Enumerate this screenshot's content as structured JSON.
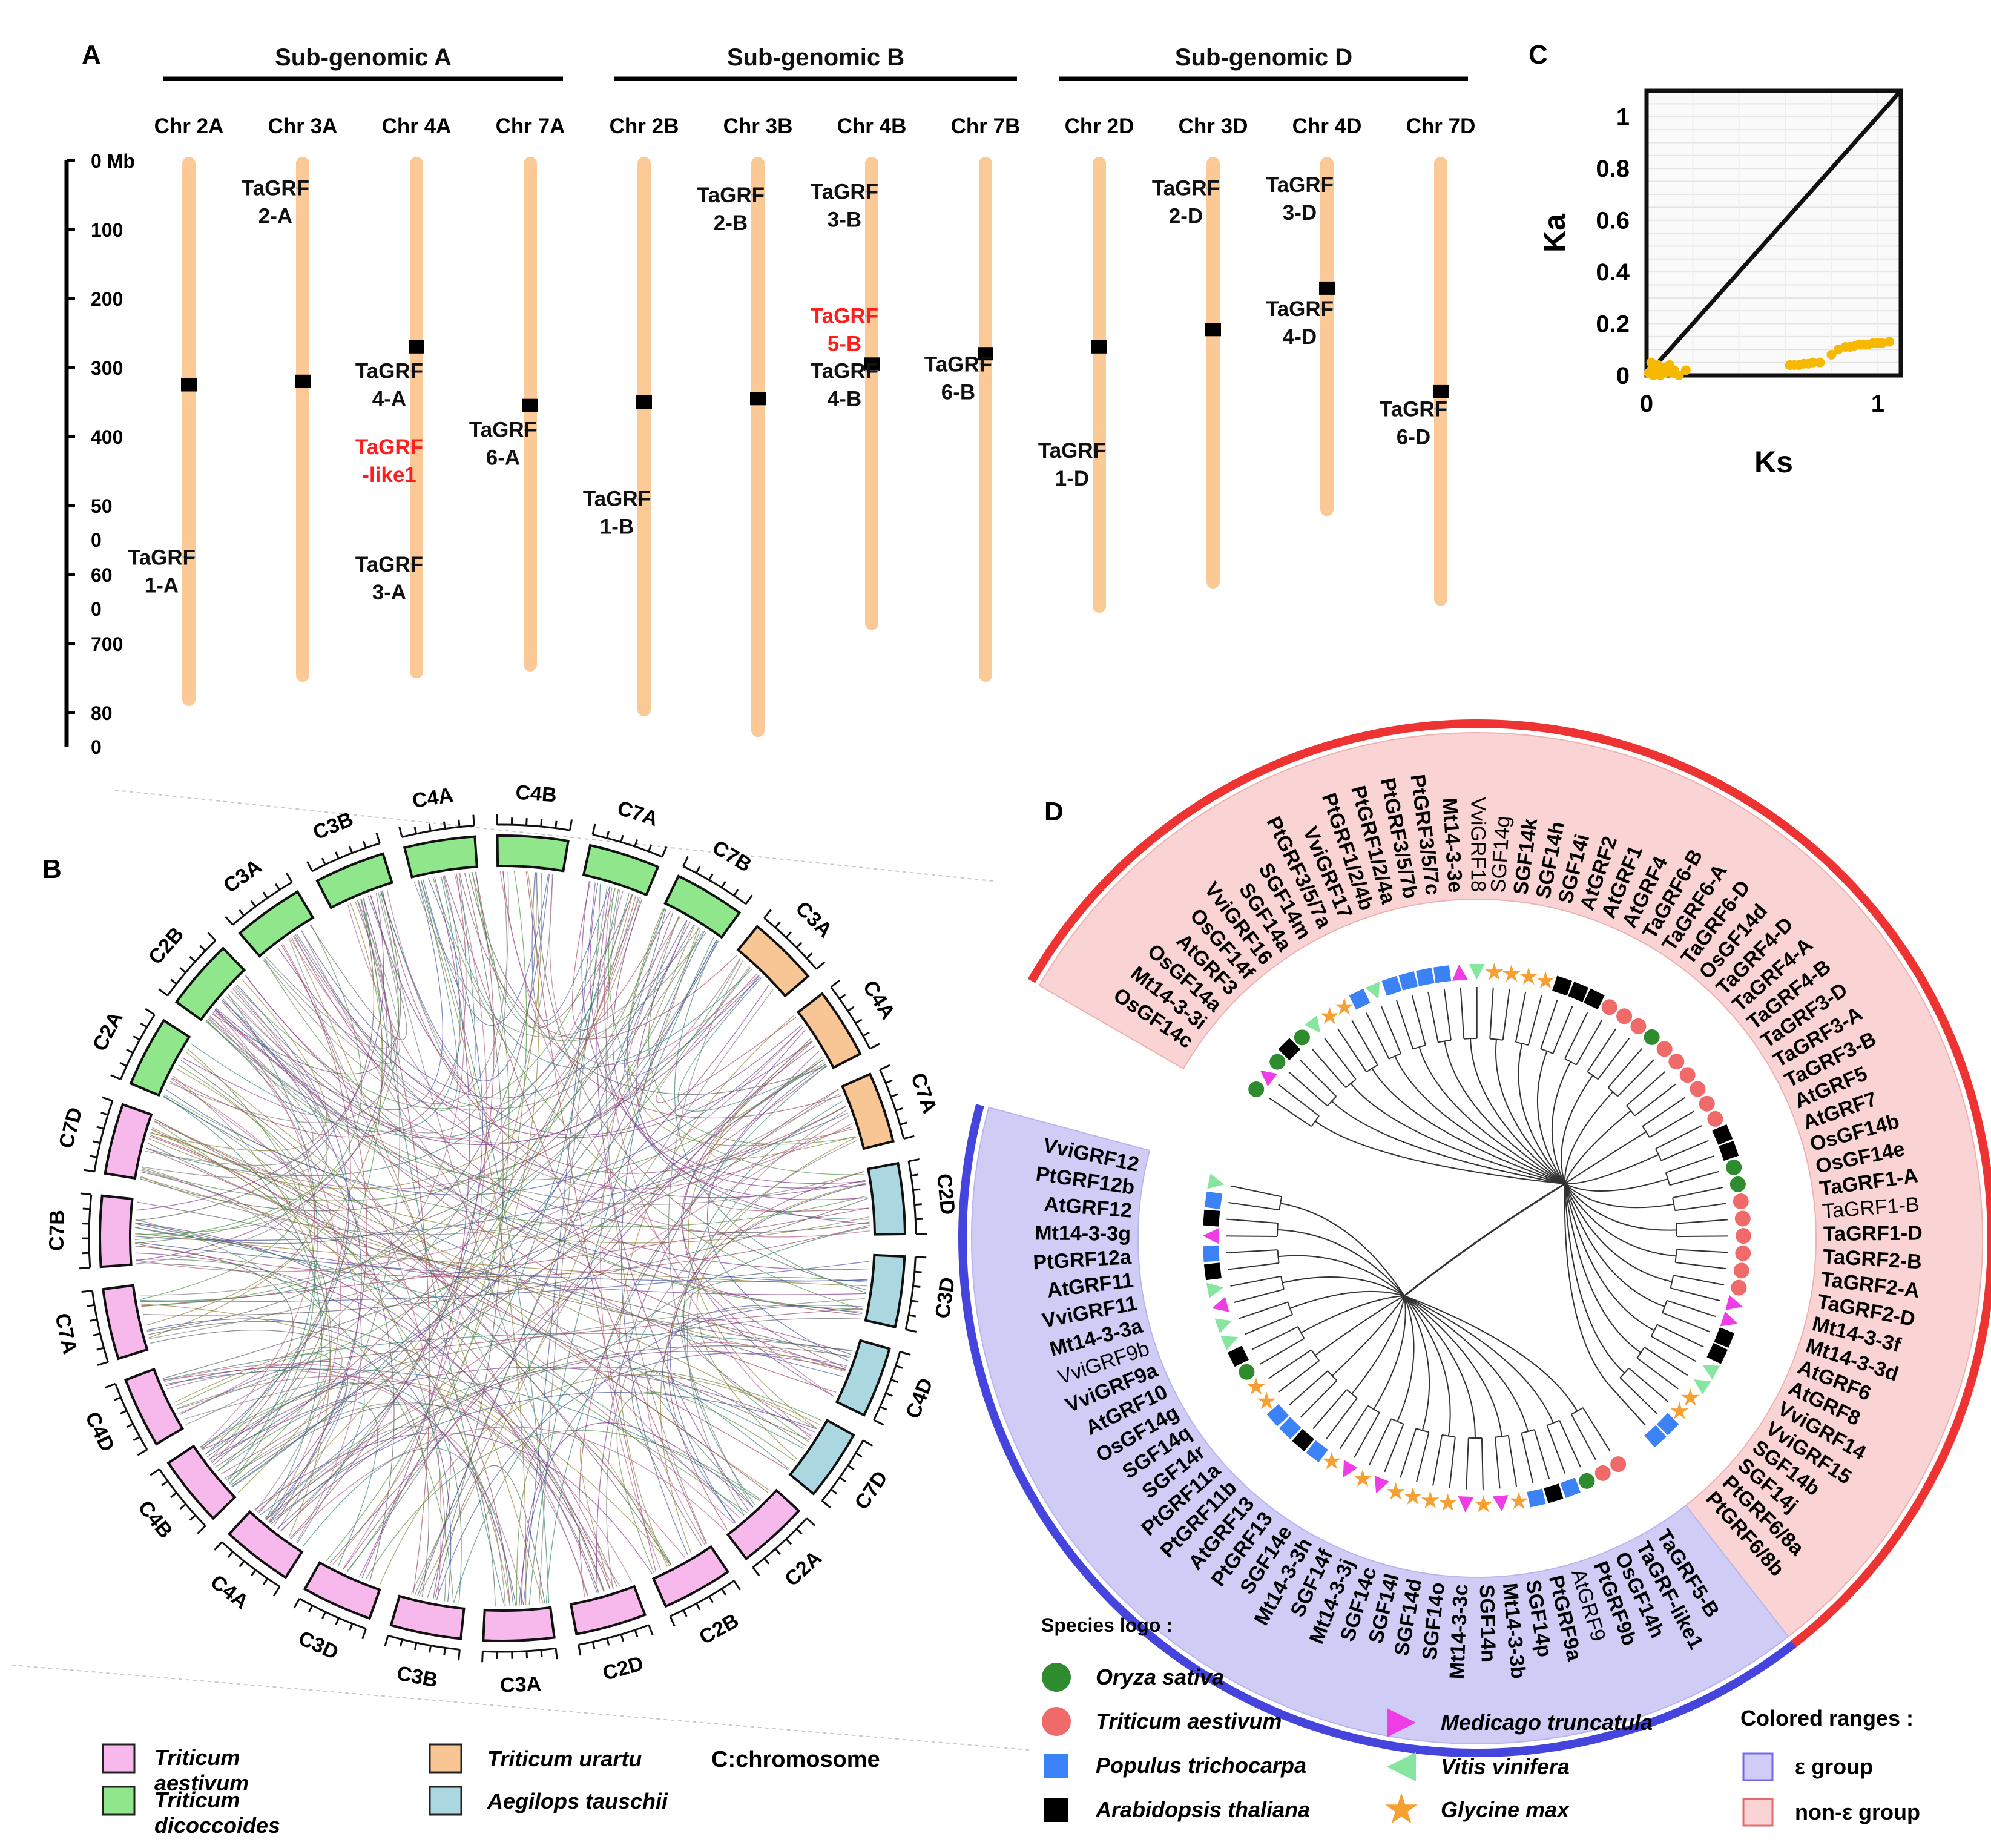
{
  "panel_letters": {
    "a": "A",
    "b": "B",
    "c": "C",
    "d": "D"
  },
  "panel_a": {
    "subgenomes": [
      "Sub-genomic A",
      "Sub-genomic B",
      "Sub-genomic D"
    ],
    "chromosomes": [
      {
        "label": "Chr 2A",
        "length_mb": 785,
        "centromere_mb": 325
      },
      {
        "label": "Chr 3A",
        "length_mb": 750,
        "centromere_mb": 320
      },
      {
        "label": "Chr 4A",
        "length_mb": 745,
        "centromere_mb": 270
      },
      {
        "label": "Chr 7A",
        "length_mb": 735,
        "centromere_mb": 355
      },
      {
        "label": "Chr 2B",
        "length_mb": 800,
        "centromere_mb": 350
      },
      {
        "label": "Chr 3B",
        "length_mb": 830,
        "centromere_mb": 345
      },
      {
        "label": "Chr 4B",
        "length_mb": 675,
        "centromere_mb": 295
      },
      {
        "label": "Chr 7B",
        "length_mb": 750,
        "centromere_mb": 280
      },
      {
        "label": "Chr 2D",
        "length_mb": 650,
        "centromere_mb": 270
      },
      {
        "label": "Chr 3D",
        "length_mb": 615,
        "centromere_mb": 245
      },
      {
        "label": "Chr 4D",
        "length_mb": 510,
        "centromere_mb": 185
      },
      {
        "label": "Chr 7D",
        "length_mb": 640,
        "centromere_mb": 335
      }
    ],
    "genes": [
      {
        "line1": "TaGRF",
        "line2": "2-A",
        "chrom": 1,
        "mb": 40,
        "highlight": false
      },
      {
        "line1": "TaGRF",
        "line2": "1-A",
        "chrom": 0,
        "mb": 575,
        "highlight": false
      },
      {
        "line1": "TaGRF",
        "line2": "4-A",
        "chrom": 2,
        "mb": 305,
        "highlight": false
      },
      {
        "line1": "TaGRF",
        "line2": "-like1",
        "chrom": 2,
        "mb": 415,
        "highlight": true
      },
      {
        "line1": "TaGRF",
        "line2": "3-A",
        "chrom": 2,
        "mb": 585,
        "highlight": false
      },
      {
        "line1": "TaGRF",
        "line2": "6-A",
        "chrom": 3,
        "mb": 390,
        "highlight": false
      },
      {
        "line1": "TaGRF",
        "line2": "2-B",
        "chrom": 5,
        "mb": 50,
        "highlight": false
      },
      {
        "line1": "TaGRF",
        "line2": "1-B",
        "chrom": 4,
        "mb": 490,
        "highlight": false
      },
      {
        "line1": "TaGRF",
        "line2": "3-B",
        "chrom": 6,
        "mb": 45,
        "highlight": false
      },
      {
        "line1": "TaGRF",
        "line2": "5-B",
        "chrom": 6,
        "mb": 225,
        "highlight": true
      },
      {
        "line1": "TaGRF",
        "line2": "4-B",
        "chrom": 6,
        "mb": 305,
        "highlight": false
      },
      {
        "line1": "TaGRF",
        "line2": "6-B",
        "chrom": 7,
        "mb": 295,
        "highlight": false
      },
      {
        "line1": "TaGRF",
        "line2": "2-D",
        "chrom": 9,
        "mb": 40,
        "highlight": false
      },
      {
        "line1": "TaGRF",
        "line2": "1-D",
        "chrom": 8,
        "mb": 420,
        "highlight": false
      },
      {
        "line1": "TaGRF",
        "line2": "3-D",
        "chrom": 10,
        "mb": 35,
        "highlight": false
      },
      {
        "line1": "TaGRF",
        "line2": "4-D",
        "chrom": 10,
        "mb": 215,
        "highlight": false
      },
      {
        "line1": "TaGRF",
        "line2": "6-D",
        "chrom": 11,
        "mb": 360,
        "highlight": false
      }
    ],
    "scale_labels": [
      {
        "mb": 0,
        "lines": [
          "0 Mb"
        ]
      },
      {
        "mb": 100,
        "lines": [
          "100"
        ]
      },
      {
        "mb": 200,
        "lines": [
          "200"
        ]
      },
      {
        "mb": 300,
        "lines": [
          "300"
        ]
      },
      {
        "mb": 400,
        "lines": [
          "400"
        ]
      },
      {
        "mb": 500,
        "lines": [
          "50",
          "0"
        ]
      },
      {
        "mb": 600,
        "lines": [
          "60",
          "0"
        ]
      },
      {
        "mb": 700,
        "lines": [
          "700"
        ]
      },
      {
        "mb": 800,
        "lines": [
          "80",
          "0"
        ]
      }
    ]
  },
  "panel_b": {
    "segments": [
      {
        "label": "C4A",
        "sp": "dic"
      },
      {
        "label": "C4B",
        "sp": "dic"
      },
      {
        "label": "C7A",
        "sp": "dic"
      },
      {
        "label": "C7B",
        "sp": "dic"
      },
      {
        "label": "C3A",
        "sp": "ura"
      },
      {
        "label": "C4A",
        "sp": "ura"
      },
      {
        "label": "C7A",
        "sp": "ura"
      },
      {
        "label": "C2D",
        "sp": "tau"
      },
      {
        "label": "C3D",
        "sp": "tau"
      },
      {
        "label": "C4D",
        "sp": "tau"
      },
      {
        "label": "C7D",
        "sp": "tau"
      },
      {
        "label": "C2A",
        "sp": "aes"
      },
      {
        "label": "C2B",
        "sp": "aes"
      },
      {
        "label": "C2D",
        "sp": "aes"
      },
      {
        "label": "C3A",
        "sp": "aes"
      },
      {
        "label": "C3B",
        "sp": "aes"
      },
      {
        "label": "C3D",
        "sp": "aes"
      },
      {
        "label": "C4A",
        "sp": "aes"
      },
      {
        "label": "C4B",
        "sp": "aes"
      },
      {
        "label": "C4D",
        "sp": "aes"
      },
      {
        "label": "C7A",
        "sp": "aes"
      },
      {
        "label": "C7B",
        "sp": "aes"
      },
      {
        "label": "C7D",
        "sp": "aes"
      },
      {
        "label": "C2A",
        "sp": "dic"
      },
      {
        "label": "C2B",
        "sp": "dic"
      },
      {
        "label": "C3A",
        "sp": "dic"
      },
      {
        "label": "C3B",
        "sp": "dic"
      }
    ],
    "species_colors": {
      "aes": "#f7b8ec",
      "dic": "#8fe68b",
      "ura": "#f8c594",
      "tau": "#aad7e0"
    },
    "legend": [
      {
        "name": "Triticum aestivum",
        "color": "#f7b8ec"
      },
      {
        "name": "Triticum dicoccoides",
        "color": "#8fe68b"
      },
      {
        "name": "Triticum urartu",
        "color": "#f8c594"
      },
      {
        "name": "Aegilops tauschii",
        "color": "#aad7e0"
      }
    ],
    "note": "C:chromosome"
  },
  "chart_data": {
    "type": "scatter",
    "xlabel": "Ks",
    "ylabel": "Ka",
    "xlim": [
      0,
      1.1
    ],
    "ylim": [
      0,
      1.1
    ],
    "xticks": [
      "0",
      "1"
    ],
    "yticks": [
      "0",
      "0.2",
      "0.4",
      "0.6",
      "0.8",
      "1"
    ],
    "diagonal": "Ka = Ks",
    "point_color": "#f6b800",
    "points": [
      [
        0.01,
        0.01
      ],
      [
        0.02,
        0.02
      ],
      [
        0.03,
        0.0
      ],
      [
        0.04,
        0.01
      ],
      [
        0.05,
        0.02
      ],
      [
        0.06,
        0.0
      ],
      [
        0.07,
        0.03
      ],
      [
        0.08,
        0.01
      ],
      [
        0.09,
        0.02
      ],
      [
        0.1,
        0.04
      ],
      [
        0.11,
        0.01
      ],
      [
        0.12,
        0.02
      ],
      [
        0.14,
        0.0
      ],
      [
        0.17,
        0.02
      ],
      [
        0.02,
        0.05
      ],
      [
        0.05,
        0.04
      ],
      [
        0.62,
        0.04
      ],
      [
        0.64,
        0.04
      ],
      [
        0.66,
        0.04
      ],
      [
        0.68,
        0.045
      ],
      [
        0.7,
        0.045
      ],
      [
        0.72,
        0.05
      ],
      [
        0.75,
        0.05
      ],
      [
        0.8,
        0.08
      ],
      [
        0.83,
        0.1
      ],
      [
        0.86,
        0.11
      ],
      [
        0.88,
        0.11
      ],
      [
        0.9,
        0.115
      ],
      [
        0.92,
        0.12
      ],
      [
        0.94,
        0.12
      ],
      [
        0.96,
        0.12
      ],
      [
        0.98,
        0.125
      ],
      [
        1.0,
        0.125
      ],
      [
        1.02,
        0.125
      ],
      [
        1.05,
        0.13
      ]
    ]
  },
  "panel_d": {
    "species_logo_title": "Species logo :",
    "species": [
      {
        "key": "os",
        "name": "Oryza sativa",
        "shape": "circle",
        "color": "#2e8b2e"
      },
      {
        "key": "ta",
        "name": "Triticum aestivum",
        "shape": "circle",
        "color": "#f06a6a"
      },
      {
        "key": "pt",
        "name": "Populus trichocarpa",
        "shape": "square",
        "color": "#3b82f6"
      },
      {
        "key": "at",
        "name": "Arabidopsis thaliana",
        "shape": "square",
        "color": "#000000"
      },
      {
        "key": "mt",
        "name": "Medicago truncatula",
        "shape": "triangle-right",
        "color": "#ee3ce6"
      },
      {
        "key": "vv",
        "name": "Vitis vinifera",
        "shape": "triangle-left",
        "color": "#86e6a0"
      },
      {
        "key": "gm",
        "name": "Glycine max",
        "shape": "star",
        "color": "#f5a030"
      }
    ],
    "ranges_title": "Colored ranges :",
    "ranges": [
      {
        "name": "ε group",
        "fill": "#cfcdf6",
        "stroke": "#6f6be8"
      },
      {
        "name": "non-ε group",
        "fill": "#fad4d4",
        "stroke": "#e46a6a"
      }
    ],
    "non_epsilon_color": "#ee3333",
    "epsilon_color": "#4545dd",
    "non_epsilon_leaves": [
      {
        "label": "OsGF14c",
        "sp": "os"
      },
      {
        "label": "Mt14-3-3i",
        "sp": "mt"
      },
      {
        "label": "OsGF14a",
        "sp": "os"
      },
      {
        "label": "AtGRF3",
        "sp": "at"
      },
      {
        "label": "OsGF14f",
        "sp": "os"
      },
      {
        "label": "VviGRF16",
        "sp": "vv"
      },
      {
        "label": "SGF14a",
        "sp": "gm"
      },
      {
        "label": "SGF14m",
        "sp": "gm"
      },
      {
        "label": "PtGRF3/5/7a",
        "sp": "pt"
      },
      {
        "label": "VviGRF17",
        "sp": "vv"
      },
      {
        "label": "PtGRF1/2/4b",
        "sp": "pt"
      },
      {
        "label": "PtGRF1/2/4a",
        "sp": "pt"
      },
      {
        "label": "PtGRF3/5/7b",
        "sp": "pt"
      },
      {
        "label": "PtGRF3/5/7c",
        "sp": "pt"
      },
      {
        "label": "Mt14-3-3e",
        "sp": "mt"
      },
      {
        "label": "VviGRF18",
        "sp": "vv"
      },
      {
        "label": "SGF14g",
        "sp": "gm"
      },
      {
        "label": "SGF14k",
        "sp": "gm"
      },
      {
        "label": "SGF14h",
        "sp": "gm"
      },
      {
        "label": "SGF14i",
        "sp": "gm"
      },
      {
        "label": "AtGRF2",
        "sp": "at"
      },
      {
        "label": "AtGRF1",
        "sp": "at"
      },
      {
        "label": "AtGRF4",
        "sp": "at"
      },
      {
        "label": "TaGRF6-B",
        "sp": "ta"
      },
      {
        "label": "TaGRF6-A",
        "sp": "ta"
      },
      {
        "label": "TaGRF6-D",
        "sp": "ta"
      },
      {
        "label": "OsGF14d",
        "sp": "os"
      },
      {
        "label": "TaGRF4-D",
        "sp": "ta"
      },
      {
        "label": "TaGRF4-A",
        "sp": "ta"
      },
      {
        "label": "TaGRF4-B",
        "sp": "ta"
      },
      {
        "label": "TaGRF3-D",
        "sp": "ta"
      },
      {
        "label": "TaGRF3-A",
        "sp": "ta"
      },
      {
        "label": "TaGRF3-B",
        "sp": "ta"
      },
      {
        "label": "AtGRF5",
        "sp": "at"
      },
      {
        "label": "AtGRF7",
        "sp": "at"
      },
      {
        "label": "OsGF14b",
        "sp": "os"
      },
      {
        "label": "OsGF14e",
        "sp": "os"
      },
      {
        "label": "TaGRF1-A",
        "sp": "ta"
      },
      {
        "label": "TaGRF1-B",
        "sp": "ta"
      },
      {
        "label": "TaGRF1-D",
        "sp": "ta"
      },
      {
        "label": "TaGRF2-B",
        "sp": "ta"
      },
      {
        "label": "TaGRF2-A",
        "sp": "ta"
      },
      {
        "label": "TaGRF2-D",
        "sp": "ta"
      },
      {
        "label": "Mt14-3-3f",
        "sp": "mt"
      },
      {
        "label": "Mt14-3-3d",
        "sp": "mt"
      },
      {
        "label": "AtGRF6",
        "sp": "at"
      },
      {
        "label": "AtGRF8",
        "sp": "at"
      },
      {
        "label": "VviGRF14",
        "sp": "vv"
      },
      {
        "label": "VviGRF15",
        "sp": "vv"
      },
      {
        "label": "SGF14b",
        "sp": "gm"
      },
      {
        "label": "SGF14j",
        "sp": "gm"
      },
      {
        "label": "PtGRF6/8a",
        "sp": "pt"
      },
      {
        "label": "PtGRF6/8b",
        "sp": "pt"
      }
    ],
    "epsilon_leaves": [
      {
        "label": "TaGRF5-B",
        "sp": "ta"
      },
      {
        "label": "TaGRF-like1",
        "sp": "ta"
      },
      {
        "label": "OsGF14h",
        "sp": "os"
      },
      {
        "label": "PtGRF9b",
        "sp": "pt"
      },
      {
        "label": "AtGRF9",
        "sp": "at"
      },
      {
        "label": "PtGRF9a",
        "sp": "pt"
      },
      {
        "label": "SGF14p",
        "sp": "gm"
      },
      {
        "label": "Mt14-3-3b",
        "sp": "mt"
      },
      {
        "label": "SGF14n",
        "sp": "gm"
      },
      {
        "label": "Mt14-3-3c",
        "sp": "mt"
      },
      {
        "label": "SGF14o",
        "sp": "gm"
      },
      {
        "label": "SGF14d",
        "sp": "gm"
      },
      {
        "label": "SGF14l",
        "sp": "gm"
      },
      {
        "label": "SGF14c",
        "sp": "gm"
      },
      {
        "label": "Mt14-3-3j",
        "sp": "mt"
      },
      {
        "label": "SGF14f",
        "sp": "gm"
      },
      {
        "label": "Mt14-3-3h",
        "sp": "mt"
      },
      {
        "label": "SGF14e",
        "sp": "gm"
      },
      {
        "label": "PtGRF13",
        "sp": "pt"
      },
      {
        "label": "AtGRF13",
        "sp": "at"
      },
      {
        "label": "PtGRF11b",
        "sp": "pt"
      },
      {
        "label": "PtGRF11a",
        "sp": "pt"
      },
      {
        "label": "SGF14r",
        "sp": "gm"
      },
      {
        "label": "SGF14q",
        "sp": "gm"
      },
      {
        "label": "OsGF14g",
        "sp": "os"
      },
      {
        "label": "AtGRF10",
        "sp": "at"
      },
      {
        "label": "VviGRF9a",
        "sp": "vv"
      },
      {
        "label": "VviGRF9b",
        "sp": "vv"
      },
      {
        "label": "Mt14-3-3a",
        "sp": "mt"
      },
      {
        "label": "VviGRF11",
        "sp": "vv"
      },
      {
        "label": "AtGRF11",
        "sp": "at"
      },
      {
        "label": "PtGRF12a",
        "sp": "pt"
      },
      {
        "label": "Mt14-3-3g",
        "sp": "mt"
      },
      {
        "label": "AtGRF12",
        "sp": "at"
      },
      {
        "label": "PtGRF12b",
        "sp": "pt"
      },
      {
        "label": "VviGRF12",
        "sp": "vv"
      }
    ]
  }
}
